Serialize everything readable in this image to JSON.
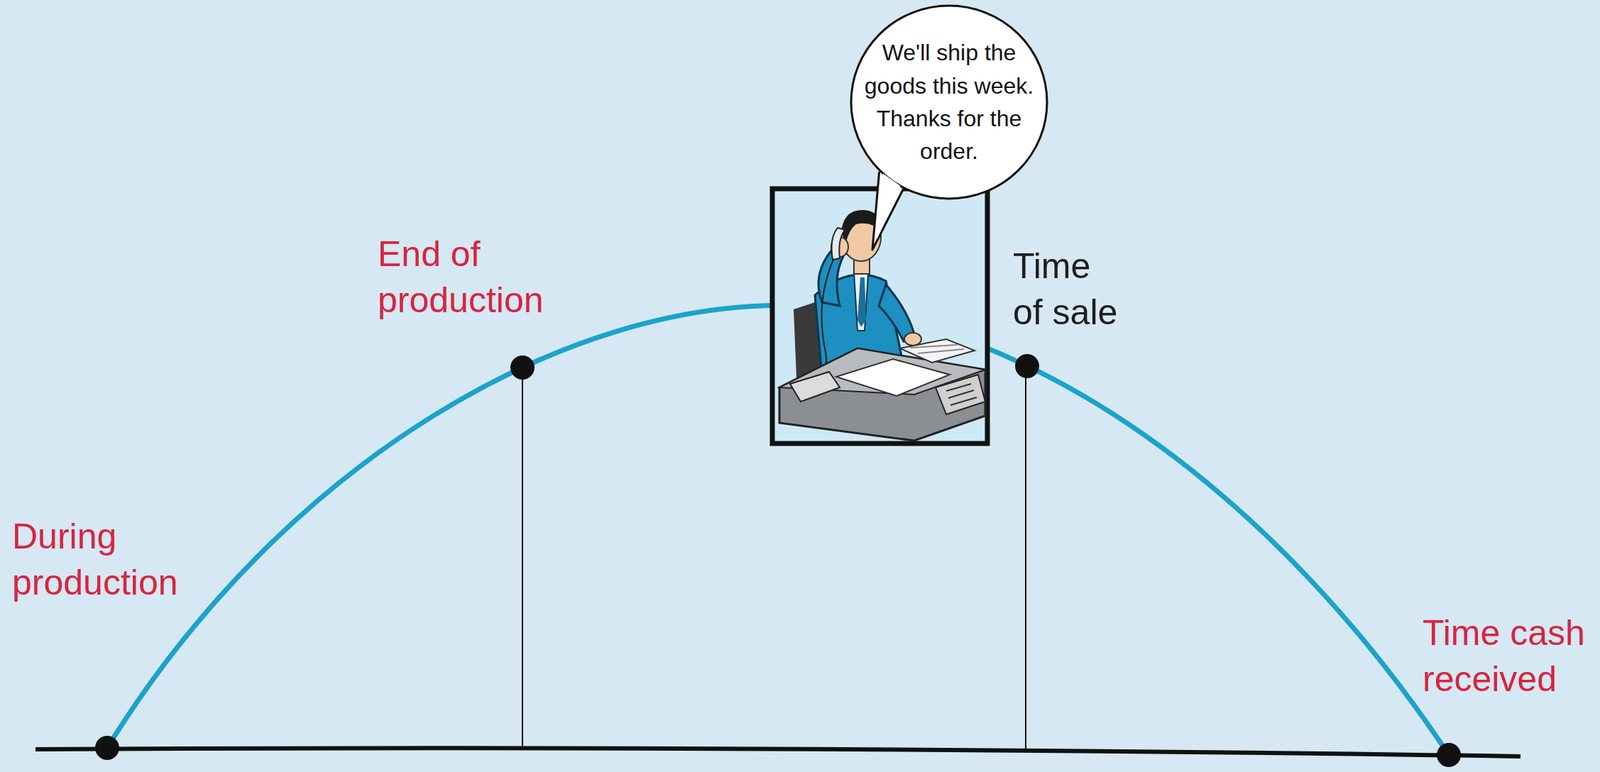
{
  "diagram": {
    "nodes": [
      {
        "text": [
          "We'll ship the goods this week. Thanks for the order."
        ]
      }
    ],
    "labels": [
      "During production",
      "End of production",
      "Time of sale",
      "Time cash received"
    ]
  }
}
